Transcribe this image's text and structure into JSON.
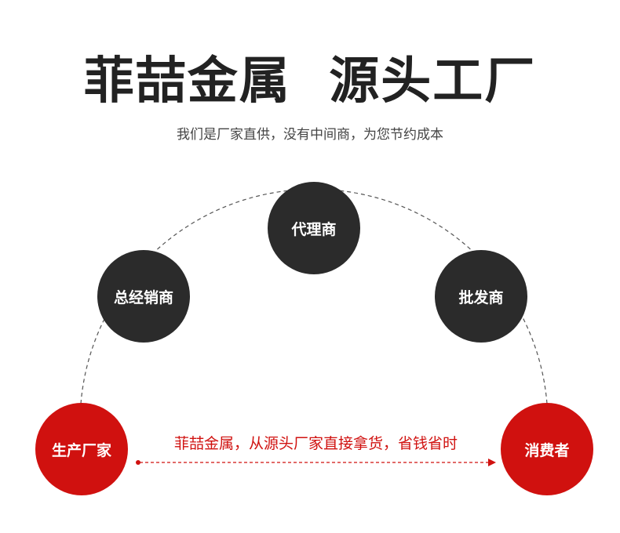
{
  "header": {
    "title": "菲喆金属  源头工厂",
    "subtitle": "我们是厂家直供，没有中间商，为您节约成本"
  },
  "nodes": {
    "agent": "代理商",
    "distributor": "总经销商",
    "wholesaler": "批发商",
    "manufacturer": "生产厂家",
    "consumer": "消费者"
  },
  "flow": {
    "label": "菲喆金属，从源头厂家直接拿货，省钱省时"
  },
  "colors": {
    "dark_node": "#2b2b2b",
    "red_node": "#d0110f",
    "title": "#222222",
    "dashed_line": "#555555"
  }
}
